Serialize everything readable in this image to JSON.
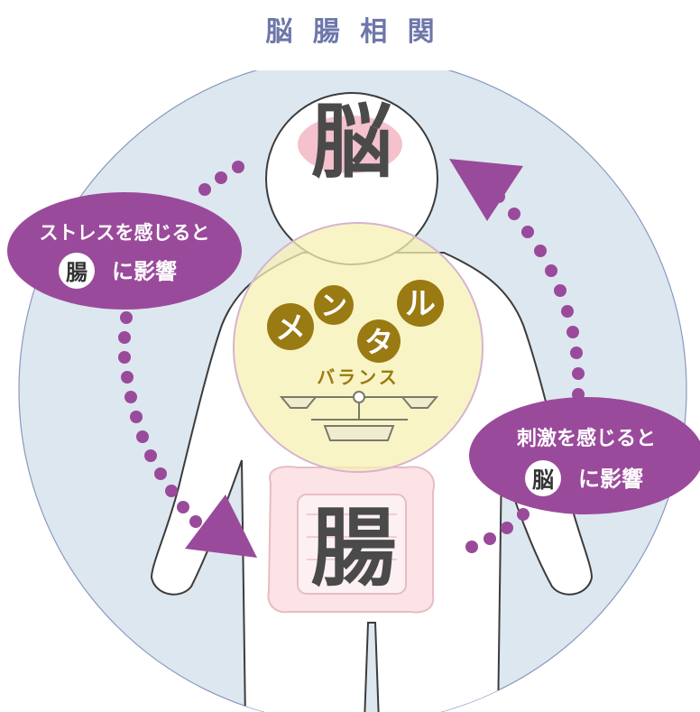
{
  "title": "脳 腸 相 関",
  "brain_label": "脳",
  "gut_label": "腸",
  "mental": {
    "chars": [
      "メ",
      "ン",
      "タ",
      "ル"
    ],
    "sub": "バランス"
  },
  "left_bubble": {
    "line1": "ストレスを感じると",
    "badge": "腸",
    "rest": "に影響"
  },
  "right_bubble": {
    "line1": "刺激を感じると",
    "badge": "脳",
    "rest": "に影響"
  },
  "colors": {
    "background_circle": "#dde7ef",
    "title": "#6e77aa",
    "purple": "#9a4a9b",
    "yellow": "#f7f0b2",
    "gold": "#9a7a12",
    "gut_pink": "#fbe3e6",
    "brain_pink": "#f2b6c4",
    "text_dark": "#4a4a4a"
  },
  "icons": [
    "balance-scale-icon",
    "arrow-down-icon",
    "arrow-up-icon"
  ]
}
